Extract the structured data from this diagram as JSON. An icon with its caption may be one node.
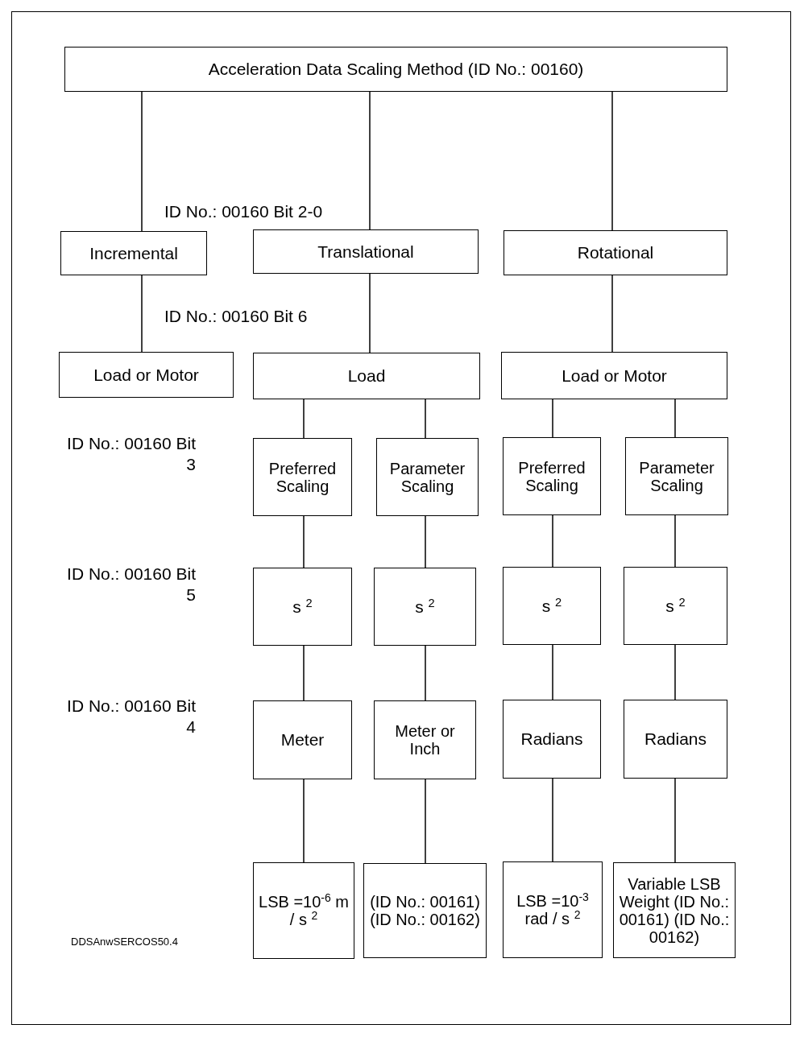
{
  "diagram": {
    "nodes": [
      {
        "text": [
          "Acceleration Data Scaling Method (ID No.: 00160)"
        ]
      },
      {
        "text": [
          "Incremental"
        ]
      },
      {
        "text": [
          "Translational"
        ]
      },
      {
        "text": [
          "Rotational"
        ]
      },
      {
        "text": [
          "Load or Motor"
        ]
      },
      {
        "text": [
          "Load"
        ]
      },
      {
        "text": [
          "Load or Motor"
        ]
      },
      {
        "text": [
          "Preferred Scaling"
        ]
      },
      {
        "text": [
          "Parameter Scaling"
        ]
      },
      {
        "text": [
          "Preferred Scaling"
        ]
      },
      {
        "text": [
          "Parameter Scaling"
        ]
      },
      {
        "text": [
          "s $^{2}$"
        ]
      },
      {
        "text": [
          "s $^{2}$"
        ]
      },
      {
        "text": [
          "s $^{2}$"
        ]
      },
      {
        "text": [
          "s $^{2}$"
        ]
      },
      {
        "text": [
          "Meter"
        ]
      },
      {
        "text": [
          "Meter or Inch"
        ]
      },
      {
        "text": [
          "Radians"
        ]
      },
      {
        "text": [
          "Radians"
        ]
      },
      {
        "text": [
          "LSB =10$^{-6}$ m / s $^{2}$"
        ]
      },
      {
        "text": [
          "(ID No.: 00161) (ID No.: 00162)"
        ]
      },
      {
        "text": [
          "LSB =10$^{-3}$ rad / s $^{2}$"
        ]
      },
      {
        "text": [
          "Variable LSB Weight (ID No.: 00161) (ID No.: 00162)"
        ]
      }
    ],
    "edges": [
      {
        "from": 0,
        "to": 1,
        "arrow": "none"
      },
      {
        "from": 0,
        "to": 2,
        "arrow": "none"
      },
      {
        "from": 0,
        "to": 3,
        "arrow": "none"
      },
      {
        "from": 1,
        "to": 4,
        "arrow": "none"
      },
      {
        "from": 2,
        "to": 5,
        "arrow": "none"
      },
      {
        "from": 3,
        "to": 6,
        "arrow": "none"
      },
      {
        "from": 5,
        "to": 7,
        "arrow": "none"
      },
      {
        "from": 5,
        "to": 8,
        "arrow": "none"
      },
      {
        "from": 6,
        "to": 9,
        "arrow": "none"
      },
      {
        "from": 6,
        "to": 10,
        "arrow": "none"
      },
      {
        "from": 7,
        "to": 11,
        "arrow": "none"
      },
      {
        "from": 8,
        "to": 12,
        "arrow": "none"
      },
      {
        "from": 9,
        "to": 13,
        "arrow": "none"
      },
      {
        "from": 10,
        "to": 14,
        "arrow": "none"
      },
      {
        "from": 11,
        "to": 15,
        "arrow": "none"
      },
      {
        "from": 12,
        "to": 16,
        "arrow": "none"
      },
      {
        "from": 13,
        "to": 17,
        "arrow": "none"
      },
      {
        "from": 14,
        "to": 18,
        "arrow": "none"
      },
      {
        "from": 15,
        "to": 19,
        "arrow": "none"
      },
      {
        "from": 16,
        "to": 20,
        "arrow": "none"
      },
      {
        "from": 17,
        "to": 21,
        "arrow": "none"
      },
      {
        "from": 18,
        "to": 22,
        "arrow": "none"
      }
    ],
    "labels": [
      "ID No.: 00160 Bit 2-0",
      "ID No.: 00160 Bit 6",
      "ID No.: 00160 Bit 3",
      "ID No.: 00160 Bit 5",
      "ID No.: 00160 Bit 4",
      "DDSAnwSERCOS50.4"
    ]
  }
}
